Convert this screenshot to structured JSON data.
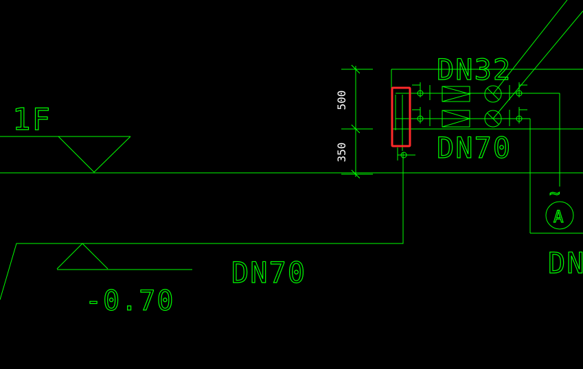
{
  "labels": {
    "floor": "1F",
    "elevation": "-0.70",
    "pipe_upper": "DN32",
    "pipe_lower": "DN70",
    "pipe_main": "DN70",
    "pipe_right": "DN",
    "meter": "A",
    "tilde": "~"
  },
  "dimensions": {
    "upper": "500",
    "lower": "350"
  },
  "colors": {
    "background": "#000000",
    "line": "#00ff00",
    "dimension": "#ffffff",
    "selection": "#ff2a2a"
  }
}
